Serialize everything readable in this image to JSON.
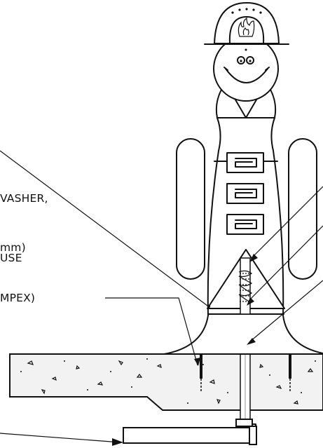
{
  "labels": {
    "washer": "VASHER,",
    "mm": "mm)",
    "use": "USE",
    "mpex": "MPEX)"
  },
  "helmet_icon": "flame-icon",
  "colors": {
    "ink": "#111111",
    "background": "#ffffff",
    "concrete": "#f2f2f2"
  }
}
